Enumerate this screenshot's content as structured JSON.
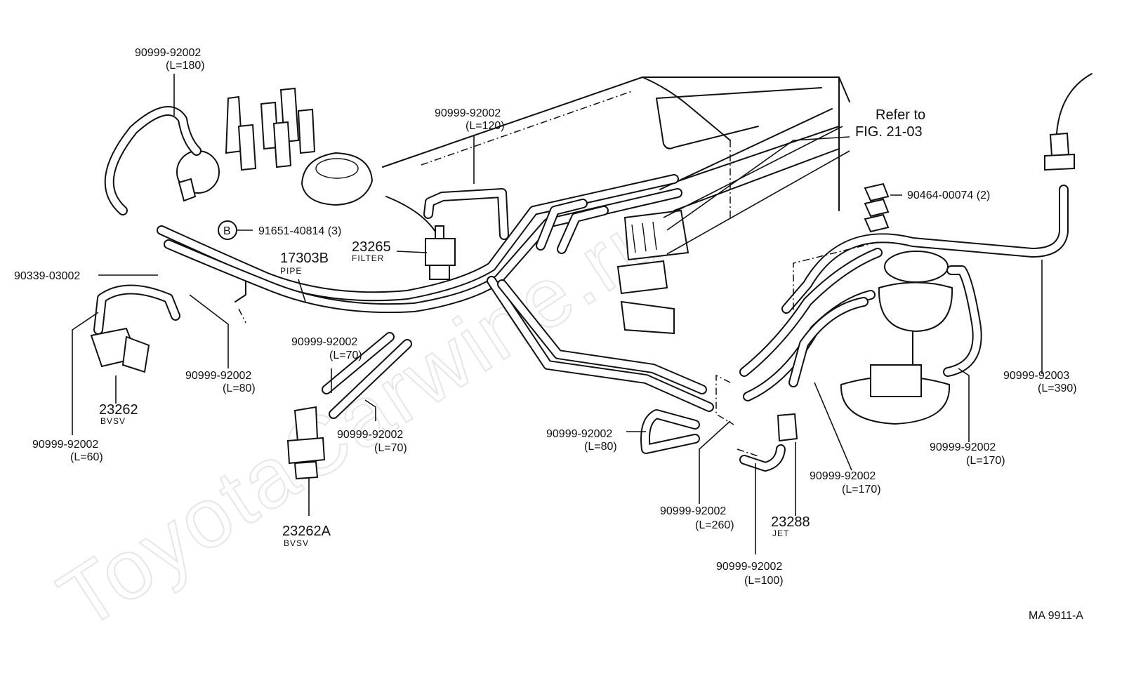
{
  "watermark": "ToyotaCarwine.ru",
  "drawing_id": "MA  9911-A",
  "refer_note": {
    "line1": "Refer to",
    "line2": "FIG. 21-03"
  },
  "clip_badge": "B",
  "labels": {
    "hose_180": {
      "part": "90999-92002",
      "len": "(L=180)"
    },
    "hose_120": {
      "part": "90999-92002",
      "len": "(L=120)"
    },
    "clip_91651": {
      "part": "91651-40814 (3)"
    },
    "filter": {
      "part": "23265",
      "sub": "FILTER"
    },
    "pipe": {
      "part": "17303B",
      "sub": "PIPE"
    },
    "vsv_90339": {
      "part": "90339-03002"
    },
    "hose_80_left": {
      "part": "90999-92002",
      "len": "(L=80)"
    },
    "bvsv_23262": {
      "part": "23262",
      "sub": "BVSV"
    },
    "hose_60": {
      "part": "90999-92002",
      "len": "(L=60)"
    },
    "hose_70_top": {
      "part": "90999-92002",
      "len": "(L=70)"
    },
    "hose_70_bottom": {
      "part": "90999-92002",
      "len": "(L=70)"
    },
    "bvsv_23262a": {
      "part": "23262A",
      "sub": "BVSV"
    },
    "clamp_90464": {
      "part": "90464-00074 (2)"
    },
    "hose_390": {
      "part": "90999-92003",
      "len": "(L=390)"
    },
    "hose_80_mid": {
      "part": "90999-92002",
      "len": "(L=80)"
    },
    "hose_170_mid": {
      "part": "90999-92002",
      "len": "(L=170)"
    },
    "hose_170_right": {
      "part": "90999-92002",
      "len": "(L=170)"
    },
    "hose_260": {
      "part": "90999-92002",
      "len": "(L=260)"
    },
    "jet": {
      "part": "23288",
      "sub": "JET"
    },
    "hose_100": {
      "part": "90999-92002",
      "len": "(L=100)"
    }
  }
}
